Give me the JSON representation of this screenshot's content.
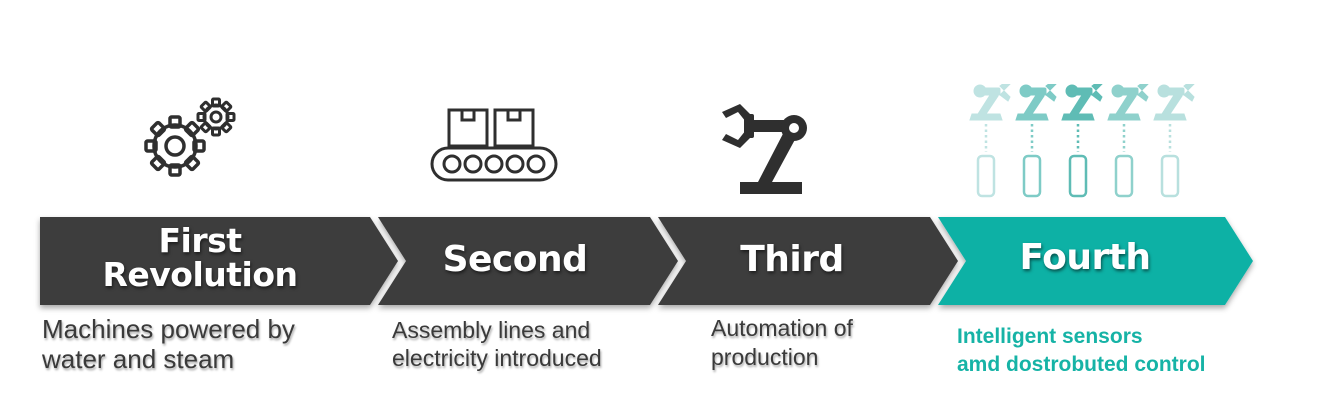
{
  "colors": {
    "dark_band": "#3d3d3d",
    "accent": "#0fb1a5",
    "description_text": "#3a3a3a",
    "accent_text": "#16b3a6"
  },
  "stages": [
    {
      "title_lines": [
        "First",
        "Revolution"
      ],
      "description_lines": [
        "Machines powered by",
        "water and steam"
      ],
      "icon": "gears-icon"
    },
    {
      "title_lines": [
        "Second"
      ],
      "description_lines": [
        "Assembly lines and",
        "electricity introduced"
      ],
      "icon": "conveyor-belt-icon"
    },
    {
      "title_lines": [
        "Third"
      ],
      "description_lines": [
        "Automation of",
        "production"
      ],
      "icon": "robot-arm-icon"
    },
    {
      "title_lines": [
        "Fourth"
      ],
      "description_lines": [
        "Intelligent sensors",
        "amd dostrobuted control"
      ],
      "icon": "connected-robots-icon"
    }
  ]
}
